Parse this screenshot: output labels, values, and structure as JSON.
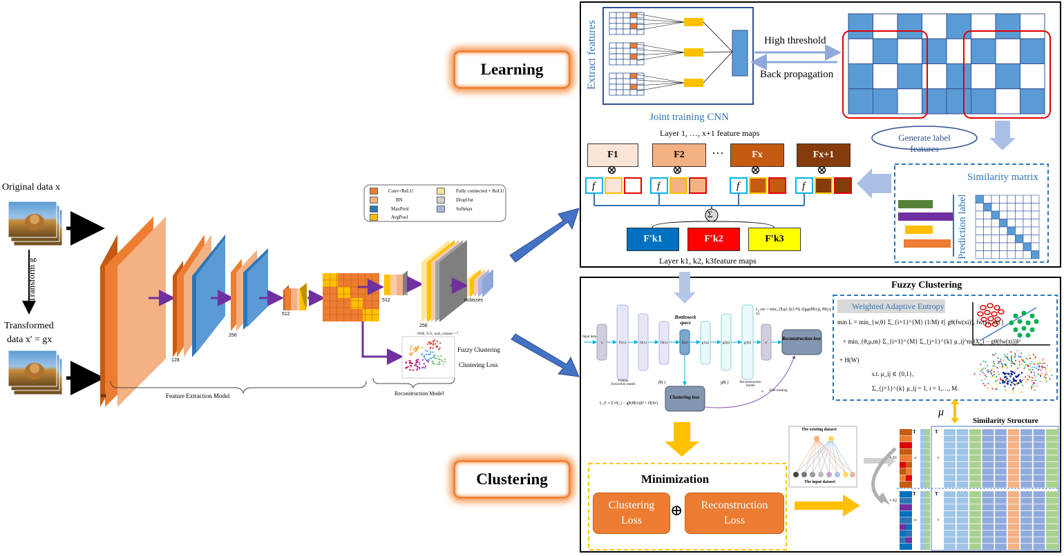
{
  "left": {
    "original_label": "Original data x",
    "transform_label": "Transform g",
    "transformed_label_line1": "Transformed",
    "transformed_label_line2": "data x' = gx",
    "colors": {
      "arrow": "#000000"
    }
  },
  "feature_extraction": {
    "dim_labels": [
      "64",
      "128",
      "256",
      "512",
      "512",
      "256",
      "nclasses"
    ],
    "caption": "Feature Extraction Model",
    "recon_caption": "Reconstruction Model",
    "scatter_labels": [
      "Fuzzy Clustering",
      "Clustering Loss"
    ],
    "scatter_title": "tSNE, 0.51, num_clusters = 7",
    "legend": [
      "Conv+ReLU",
      "BN",
      "MaxPool",
      "AvgPool",
      "Fully connected + ReLU",
      "DropOut",
      "Softmax"
    ]
  },
  "stage_labels": {
    "learning": "Learning",
    "clustering": "Clustering"
  },
  "learning_panel": {
    "extract_features": "Extract features",
    "joint_cnn": "Joint training CNN",
    "high_threshold": "High threshold",
    "back_propagation": "Back propagation",
    "generate_label": "Generate label features",
    "layer_caption": "Layer 1, …, x+1 feature maps",
    "feature_maps": [
      "F1",
      "F2",
      "Fx",
      "Fx+1"
    ],
    "ellipsis": "···",
    "f_symbol": "f",
    "otimes": "⊗",
    "sum_symbol": "Σ",
    "k_maps": [
      "F'k1",
      "F'k2",
      "F'k3"
    ],
    "k_caption": "Layer k1, k2, k3feature maps",
    "similarity_matrix": "Similarity matrix",
    "prediction_label": "Prediction label"
  },
  "clustering_panel": {
    "fuzzy_title": "Fuzzy Clustering",
    "entropy_title": "Weighted Adaptive Entropy",
    "bottleneck": "Bottleneck space",
    "reconstruction_loss": "Reconstruction loss",
    "clustering_loss": "Clustering loss",
    "joint_training": "Joint training",
    "input_data": "Input data",
    "minimization": "Minimization",
    "loss_left": [
      "Clustering",
      "Loss"
    ],
    "loss_right": [
      "Reconstruction",
      "Loss"
    ],
    "oplus": "⊕",
    "similarity_structure": "Similarity Structure",
    "existing_dataset": "The existing dataset",
    "input_dataset": "The input dataset",
    "mu": "μ",
    "T": "T",
    "S1": "× S1",
    "S2": "× S2",
    "approx": "≈",
    "times": "×",
    "node_labels": [
      "x",
      "f1(x)",
      "f2(x)",
      "f3(x)",
      "Z(x)",
      "g1(z)",
      "g2(z)",
      "g3(z)",
      "x'"
    ],
    "caption_fe": "Feature Extraction model",
    "caption_recon": "Reconstruction model",
    "caption_f": "fθ(·)",
    "caption_g": "gθ(·)",
    "formula_lrec": "L_rec = min_{θ,φ} Σ(1/N) ℓ[gφ(fθ(x)), fθ(y), x]",
    "formula_lc": "L_F = Σ ‖X_i − gθ(fθ(x))‖² + H(W)",
    "entropy_lines": [
      "min L = min_{w,θ} Σ_{i=1}^{M} (1/M) ℓ[ gθ(fw(xi)), fw(yi, xi) ]",
      "+ min_{θ,μ,m} Σ_{i=1}^{M} Σ_{j=1}^{k} μ_ij^m ‖X_i − gθ(fw(xi))‖²",
      "+ H(W)",
      "s.t. μ_ij ∈ {0,1},",
      "Σ_{j=1}^{k} μ_ij = 1, i = 1,…, M."
    ]
  },
  "colors": {
    "blue_arrow": "#4472c4",
    "orange": "#ed7d31",
    "light_orange": "#f4b183",
    "dark_orange": "#c55a11",
    "brown": "#843c0c",
    "pale_orange": "#fbe5d6",
    "blue_cell": "#5b9bd5",
    "red_frame": "#e00000",
    "purple": "#7030a0",
    "yellow_arrow": "#ffc000",
    "k1": "#0070c0",
    "k2": "#ff0000",
    "k3": "#ffff00",
    "green_bar": "#548235"
  }
}
